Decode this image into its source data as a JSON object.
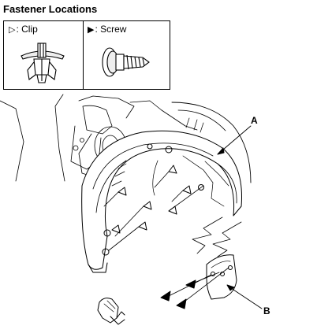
{
  "title": "Fastener Locations",
  "legend": {
    "clip": {
      "symbol": "▷",
      "text": ": Clip",
      "icon": "clip-icon"
    },
    "screw": {
      "symbol": "▶",
      "text": ": Screw",
      "icon": "screw-icon"
    }
  },
  "callouts": {
    "a": "A",
    "b": "B"
  }
}
